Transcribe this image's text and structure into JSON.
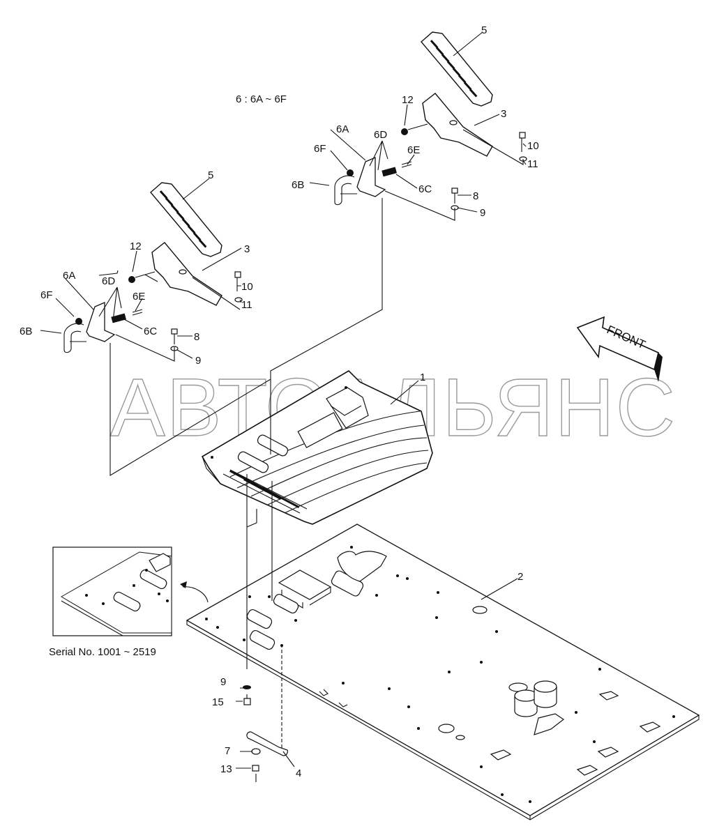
{
  "diagram": {
    "group_note": "6 : 6A ~ 6F",
    "watermark": "АВТОАЛЬЯНС",
    "front_label": "FRONT",
    "inset_caption": "Serial No. 1001 ~ 2519",
    "callouts": {
      "p1": "1",
      "p2": "2",
      "p3_left": "3",
      "p3_right": "3",
      "p4": "4",
      "p5_left": "5",
      "p5_right": "5",
      "p6a_left": "6A",
      "p6a_right": "6A",
      "p6b_left": "6B",
      "p6b_right": "6B",
      "p6c_left": "6C",
      "p6c_right": "6C",
      "p6d_left": "6D",
      "p6d_right": "6D",
      "p6e_left": "6E",
      "p6e_right": "6E",
      "p6f_left": "6F",
      "p6f_right": "6F",
      "p7": "7",
      "p8_left": "8",
      "p8_right": "8",
      "p9_left": "9",
      "p9_right": "9",
      "p9_bottom": "9",
      "p10_left": "10",
      "p10_right": "10",
      "p11_left": "11",
      "p11_right": "11",
      "p12_left": "12",
      "p12_right": "12",
      "p13": "13",
      "p15": "15"
    }
  }
}
